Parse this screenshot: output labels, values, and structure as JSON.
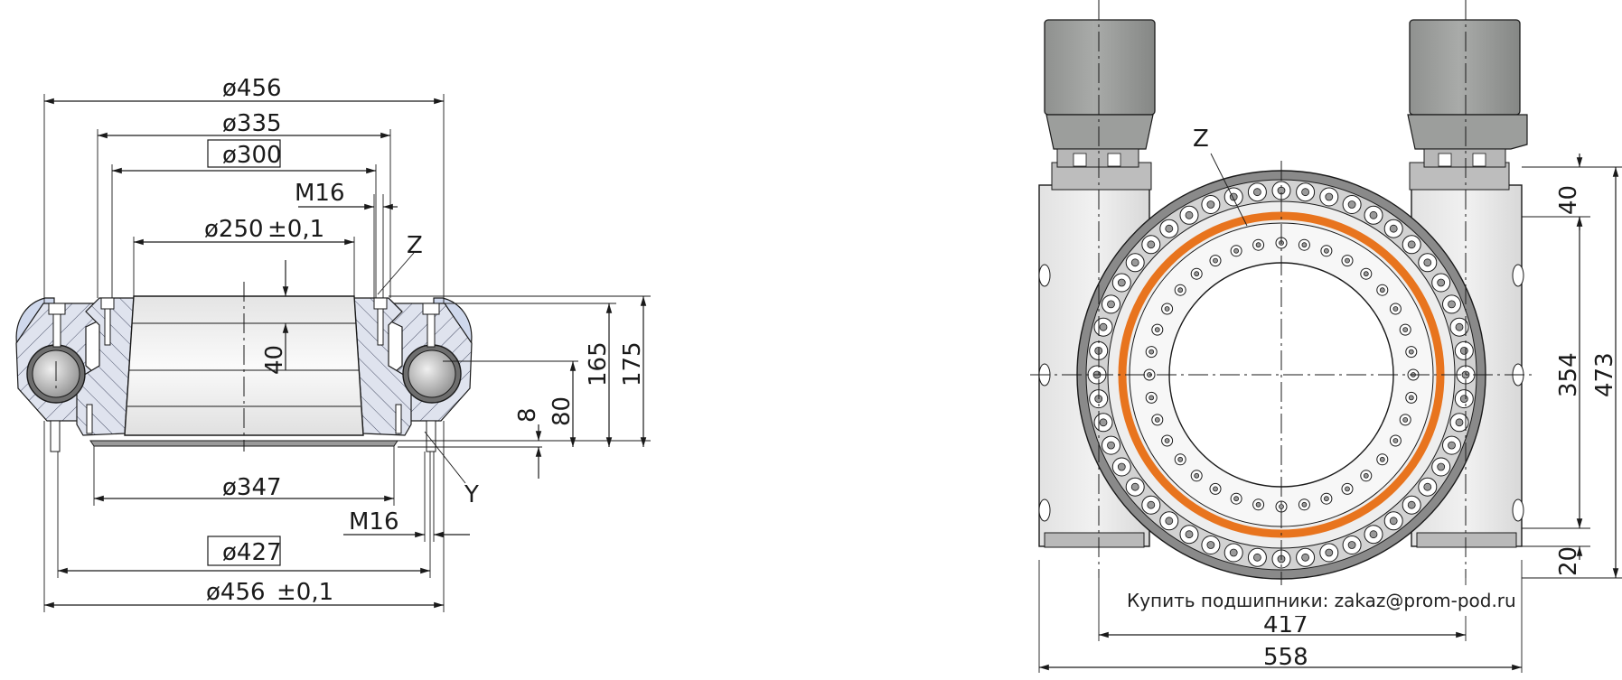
{
  "left_view": {
    "dims": {
      "d456_top": "ø456",
      "d335": "ø335",
      "d300": "ø300",
      "m16_top": "M16",
      "d250": "ø250",
      "tol_250": "±0,1",
      "z_label": "Z",
      "h40": "40",
      "h165": "165",
      "h175": "175",
      "h8": "8",
      "h80": "80",
      "y_label": "Y",
      "d347": "ø347",
      "m16_bottom": "M16",
      "d427": "ø427",
      "d456_bottom": "ø456",
      "tol_456": "±0,1"
    }
  },
  "right_view": {
    "dims": {
      "z_label": "Z",
      "h40": "40",
      "h354": "354",
      "h473": "473",
      "h20": "20",
      "w417": "417",
      "w558": "558"
    },
    "ring_color": "#e8741e"
  },
  "watermark": "Купить подшипники: zakaz@prom-pod.ru"
}
